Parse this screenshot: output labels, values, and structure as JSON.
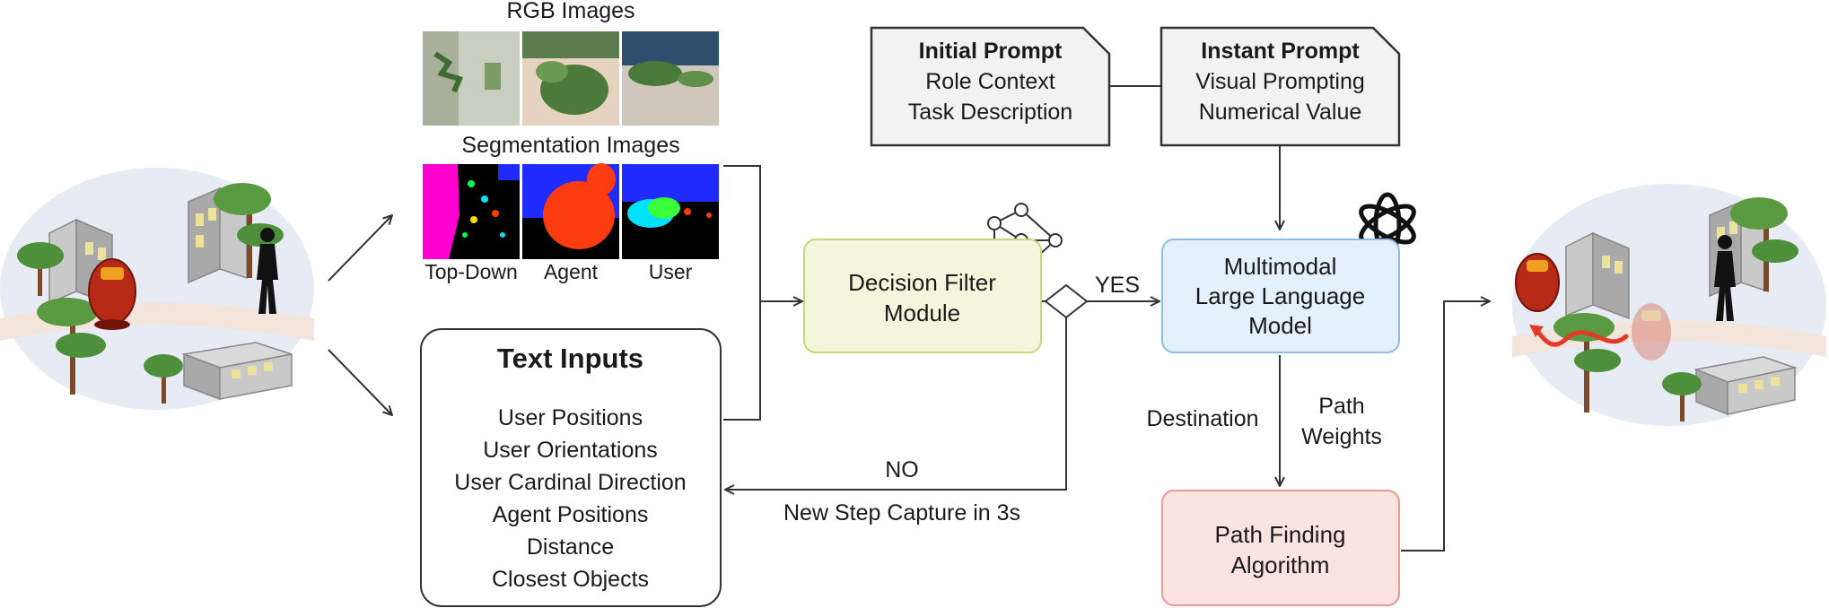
{
  "rgb_images": {
    "title": "RGB Images"
  },
  "segmentation_images": {
    "title": "Segmentation Images",
    "labels": [
      "Top-Down",
      "Agent",
      "User"
    ]
  },
  "text_inputs": {
    "title": "Text Inputs",
    "items": [
      "User Positions",
      "User Orientations",
      "User Cardinal Direction",
      "Agent Positions",
      "Distance",
      "Closest Objects"
    ]
  },
  "initial_prompt": {
    "title": "Initial Prompt",
    "lines": [
      "Role Context",
      "Task Description"
    ]
  },
  "instant_prompt": {
    "title": "Instant Prompt",
    "lines": [
      "Visual Prompting",
      "Numerical Value"
    ]
  },
  "decision_filter": {
    "lines": [
      "Decision Filter",
      "Module"
    ]
  },
  "mllm": {
    "lines": [
      "Multimodal",
      "Large Language",
      "Model"
    ]
  },
  "path_finding": {
    "lines": [
      "Path Finding",
      "Algorithm"
    ]
  },
  "edges": {
    "yes": "YES",
    "no": "NO",
    "new_step": "New Step Capture in 3s",
    "destination": "Destination",
    "path_weights": [
      "Path",
      "Weights"
    ]
  },
  "colors": {
    "decision_fill": "#f4f6dc",
    "decision_border": "#c9d67d",
    "mllm_fill": "#e4f0fb",
    "mllm_border": "#8dbde6",
    "path_fill": "#fbe3e0",
    "path_border": "#ea9a92",
    "prompt_fill": "#f2f2f2"
  }
}
